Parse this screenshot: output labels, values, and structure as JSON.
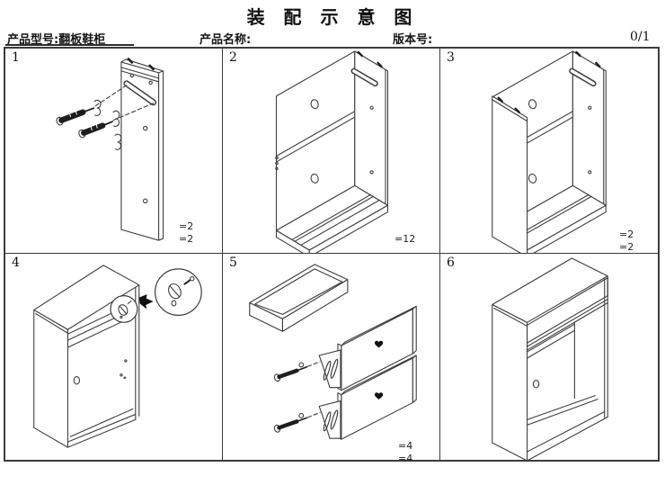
{
  "title": "装 配 示 意 图",
  "header": {
    "model_label": "产品型号:翻板鞋柜",
    "product_name_label": "产品名称:",
    "version_label": "版本号:",
    "version_value": "0/1"
  },
  "steps": [
    {
      "number": "1",
      "quantities": [
        "=2",
        "=2"
      ]
    },
    {
      "number": "2",
      "quantities": [
        "=12"
      ]
    },
    {
      "number": "3",
      "quantities": [
        "=2",
        "=2"
      ]
    },
    {
      "number": "4",
      "quantities": []
    },
    {
      "number": "5",
      "quantities": [
        "=4",
        "=4"
      ]
    },
    {
      "number": "6",
      "quantities": []
    }
  ]
}
